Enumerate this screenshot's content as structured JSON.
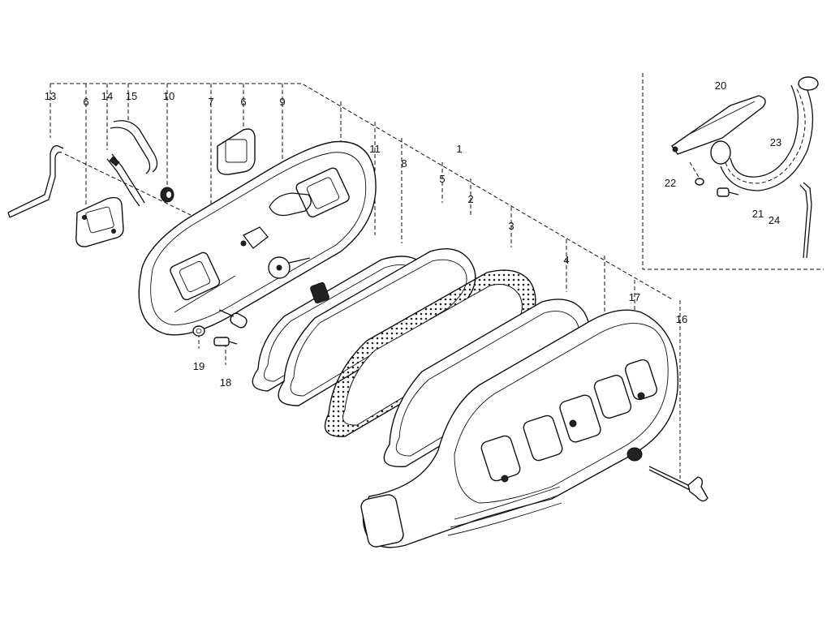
{
  "callouts": {
    "n1": "1",
    "n2": "2",
    "n3": "3",
    "n4": "4",
    "n5": "5",
    "n6a": "6",
    "n6b": "6",
    "n7": "7",
    "n8": "8",
    "n9": "9",
    "n10": "10",
    "n11": "11",
    "n13": "13",
    "n14": "14",
    "n15": "15",
    "n16": "16",
    "n17": "17",
    "n18": "18",
    "n19": "19",
    "n20": "20",
    "n21": "21",
    "n22": "22",
    "n23": "23",
    "n24": "24"
  },
  "colors": {
    "ink": "#111111",
    "paper": "#ffffff"
  }
}
